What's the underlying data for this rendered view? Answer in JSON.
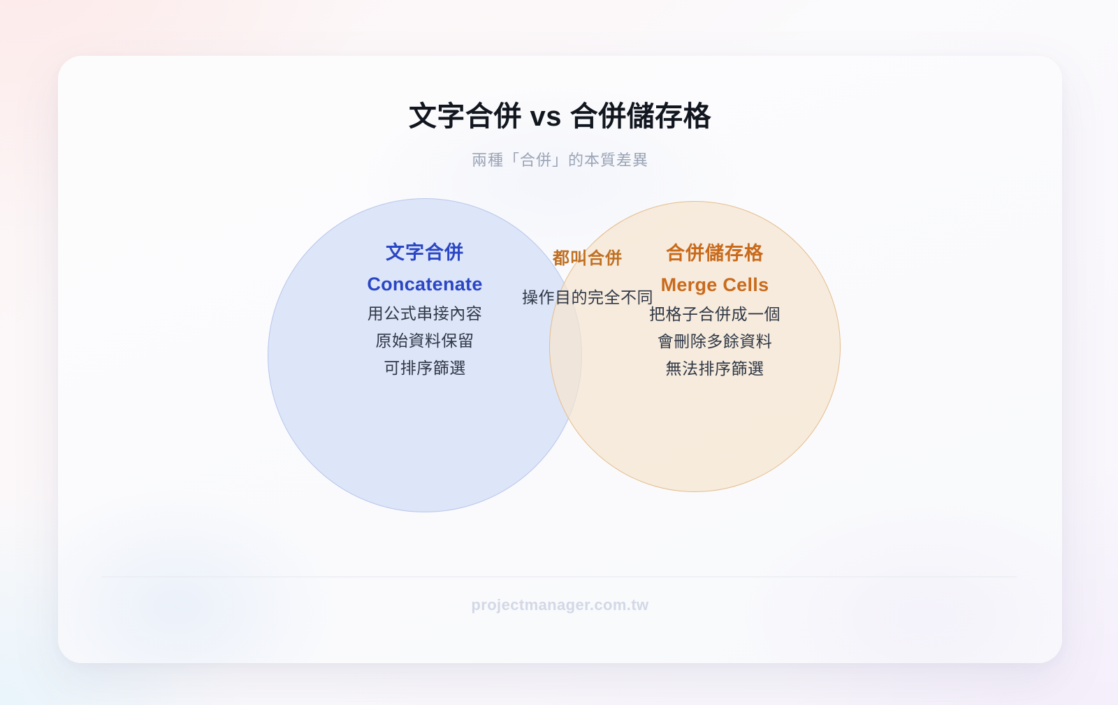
{
  "header": {
    "title": "文字合併 vs 合併儲存格",
    "subtitle": "兩種「合併」的本質差異"
  },
  "venn": {
    "left": {
      "heading_cn": "文字合併",
      "heading_en": "Concatenate",
      "items": [
        "用公式串接內容",
        "原始資料保留",
        "可排序篩選"
      ],
      "color": "#2a46c4",
      "fill": "#dde5f8",
      "stroke": "#b7c6ea"
    },
    "center": {
      "heading": "都叫合併",
      "subtext": "操作目的完全不同",
      "heading_color": "#c07022",
      "subtext_color": "#2e3746"
    },
    "right": {
      "heading_cn": "合併儲存格",
      "heading_en": "Merge Cells",
      "items": [
        "把格子合併成一個",
        "會刪除多餘資料",
        "無法排序篩選"
      ],
      "color": "#c96a1b",
      "fill": "#f5e5d0",
      "stroke": "#e4bd8c"
    }
  },
  "footer": {
    "site": "projectmanager.com.tw"
  }
}
